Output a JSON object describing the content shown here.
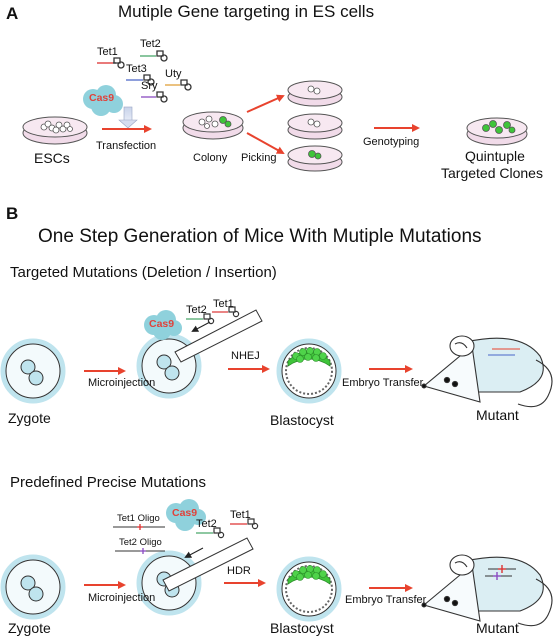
{
  "panel_a": {
    "letter": "A",
    "title": "Mutiple Gene targeting in ES cells",
    "genes": [
      "Tet1",
      "Tet2",
      "Tet3",
      "Uty",
      "Sry"
    ],
    "cas9": "Cas9",
    "escs": "ESCs",
    "transfection": "Transfection",
    "colony": "Colony",
    "picking": "Picking",
    "genotyping": "Genotyping",
    "clones_line1": "Quintuple",
    "clones_line2": "Targeted Clones"
  },
  "panel_b": {
    "letter": "B",
    "title": "One Step Generation of Mice With Mutiple Mutations",
    "row1": {
      "heading": "Targeted Mutations (Deletion / Insertion)",
      "cas9": "Cas9",
      "genes": [
        "Tet2",
        "Tet1"
      ],
      "microinjection": "Microinjection",
      "repair": "NHEJ",
      "embryo_transfer": "Embryo Transfer",
      "zygote": "Zygote",
      "blastocyst": "Blastocyst",
      "mutant": "Mutant"
    },
    "row2": {
      "heading": "Predefined Precise Mutations",
      "oligo1": "Tet1 Oligo",
      "oligo2": "Tet2 Oligo",
      "cas9": "Cas9",
      "genes": [
        "Tet2",
        "Tet1"
      ],
      "microinjection": "Microinjection",
      "repair": "HDR",
      "embryo_transfer": "Embryo Transfer",
      "zygote": "Zygote",
      "blastocyst": "Blastocyst",
      "mutant": "Mutant"
    }
  },
  "colors": {
    "arrow": "#e8432e",
    "cas9_blob": "#8fd1dc",
    "cas9_text": "#e0423b",
    "colony_green": "#3fc43a",
    "dish_pink": "#f1dbe9",
    "cell_blue": "#bfe4ee",
    "mouse_fill": "#dbeef3"
  }
}
